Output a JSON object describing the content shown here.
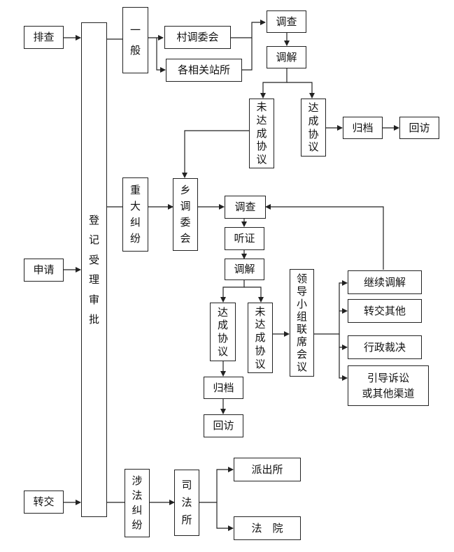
{
  "diagram": {
    "inputs": {
      "paicha": "排查",
      "shenqing": "申请",
      "zhuanjiao": "转交"
    },
    "register": "登\n记\n受\n理\n审\n批",
    "branch_general": {
      "category": "一\n般",
      "cun_committee": "村调委会",
      "stations": "各相关站所",
      "investigate": "调查",
      "mediate": "调解",
      "not_agreed": "未\n达\n成\n协\n议",
      "agreed": "达\n成\n协\n议",
      "archive": "归档",
      "revisit": "回访"
    },
    "branch_major": {
      "category": "重\n大\n纠\n纷",
      "township_committee": "乡\n调\n委\n会",
      "investigate": "调查",
      "hearing": "听证",
      "mediate": "调解",
      "agreed": "达\n成\n协\n议",
      "not_agreed": "未\n达\n成\n协\n议",
      "leaders_meeting": "领\n导\n小\n组\n联\n席\n会\n议",
      "continue_mediation": "继续调解",
      "transfer_other": "转交其他",
      "admin_ruling": "行政裁决",
      "guide_litigation": "引导诉讼\n或其他渠道",
      "archive": "归档",
      "revisit": "回访"
    },
    "branch_legal": {
      "category": "涉\n法\n纠\n纷",
      "judicial_office": "司\n法\n所",
      "police_station": "派出所",
      "court": "法　院"
    }
  }
}
